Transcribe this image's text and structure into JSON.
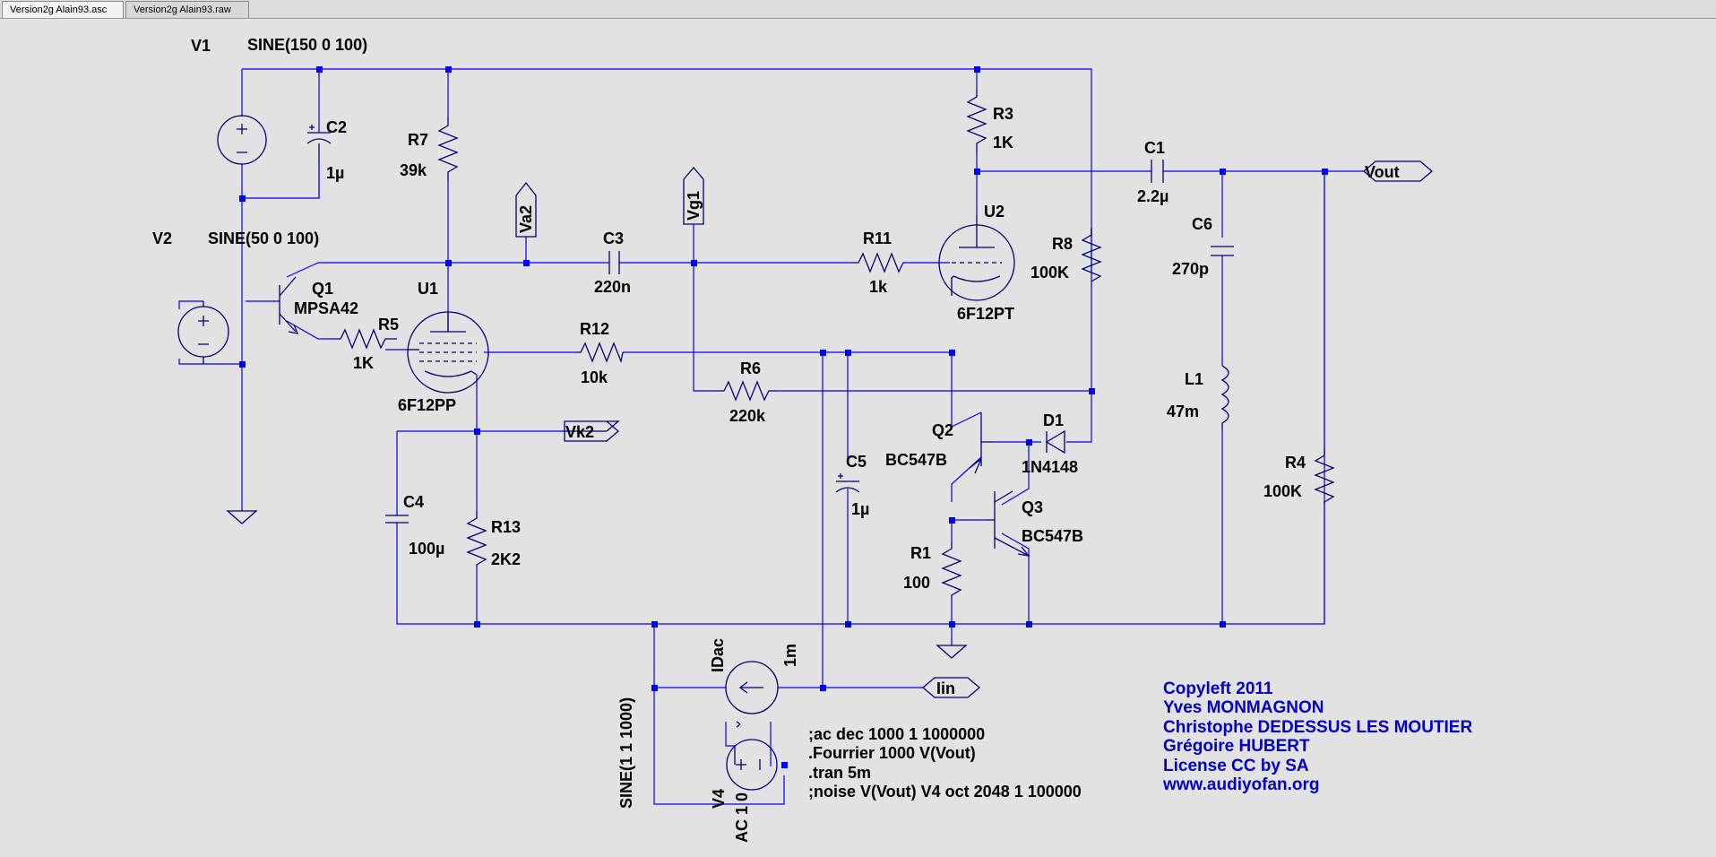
{
  "tabs": [
    "Version2g Alain93.asc",
    "Version2g Alain93.raw"
  ],
  "components": {
    "v1": {
      "name": "V1",
      "value": "SINE(150 0 100)"
    },
    "v2": {
      "name": "V2",
      "value": "SINE(50 0 100)"
    },
    "v4": {
      "name": "V4",
      "value": "SINE(1 1 1000)",
      "ac": "AC 1 0"
    },
    "c1": {
      "name": "C1",
      "value": "2.2µ"
    },
    "c2": {
      "name": "C2",
      "value": "1µ"
    },
    "c3": {
      "name": "C3",
      "value": "220n"
    },
    "c4": {
      "name": "C4",
      "value": "100µ"
    },
    "c5": {
      "name": "C5",
      "value": "1µ"
    },
    "c6": {
      "name": "C6",
      "value": "270p"
    },
    "r1": {
      "name": "R1",
      "value": "100"
    },
    "r3": {
      "name": "R3",
      "value": "1K"
    },
    "r4": {
      "name": "R4",
      "value": "100K"
    },
    "r5": {
      "name": "R5",
      "value": "1K"
    },
    "r6": {
      "name": "R6",
      "value": "220k"
    },
    "r7": {
      "name": "R7",
      "value": "39k"
    },
    "r8": {
      "name": "R8",
      "value": "100K"
    },
    "r11": {
      "name": "R11",
      "value": "1k"
    },
    "r12": {
      "name": "R12",
      "value": "10k"
    },
    "r13": {
      "name": "R13",
      "value": "2K2"
    },
    "l1": {
      "name": "L1",
      "value": "47m"
    },
    "u1": {
      "name": "U1",
      "value": "6F12PP"
    },
    "u2": {
      "name": "U2",
      "value": "6F12PT"
    },
    "q1": {
      "name": "Q1",
      "value": "MPSA42"
    },
    "q2": {
      "name": "Q2",
      "value": "BC547B"
    },
    "q3": {
      "name": "Q3",
      "value": "BC547B"
    },
    "d1": {
      "name": "D1",
      "value": "1N4148"
    },
    "idac": {
      "name": "IDac",
      "value": "1m"
    }
  },
  "net_labels": {
    "va2": "Va2",
    "vg1": "Vg1",
    "vk2": "Vk2",
    "vout": "Vout",
    "iin": "Iin"
  },
  "directives": [
    ";ac dec 1000 1 1000000",
    ".Fourrier 1000 V(Vout)",
    ".tran 5m",
    ";noise V(Vout) V4 oct 2048 1 100000"
  ],
  "copyleft": [
    "Copyleft 2011",
    "Yves MONMAGNON",
    "Christophe DEDESSUS LES MOUTIER",
    "Grégoire HUBERT",
    "License CC by SA",
    "www.audiyofan.org"
  ],
  "colors": {
    "background": "#e2e2e2",
    "wire": "#0000ff",
    "component": "#00007a",
    "comment": "#0000c8"
  }
}
